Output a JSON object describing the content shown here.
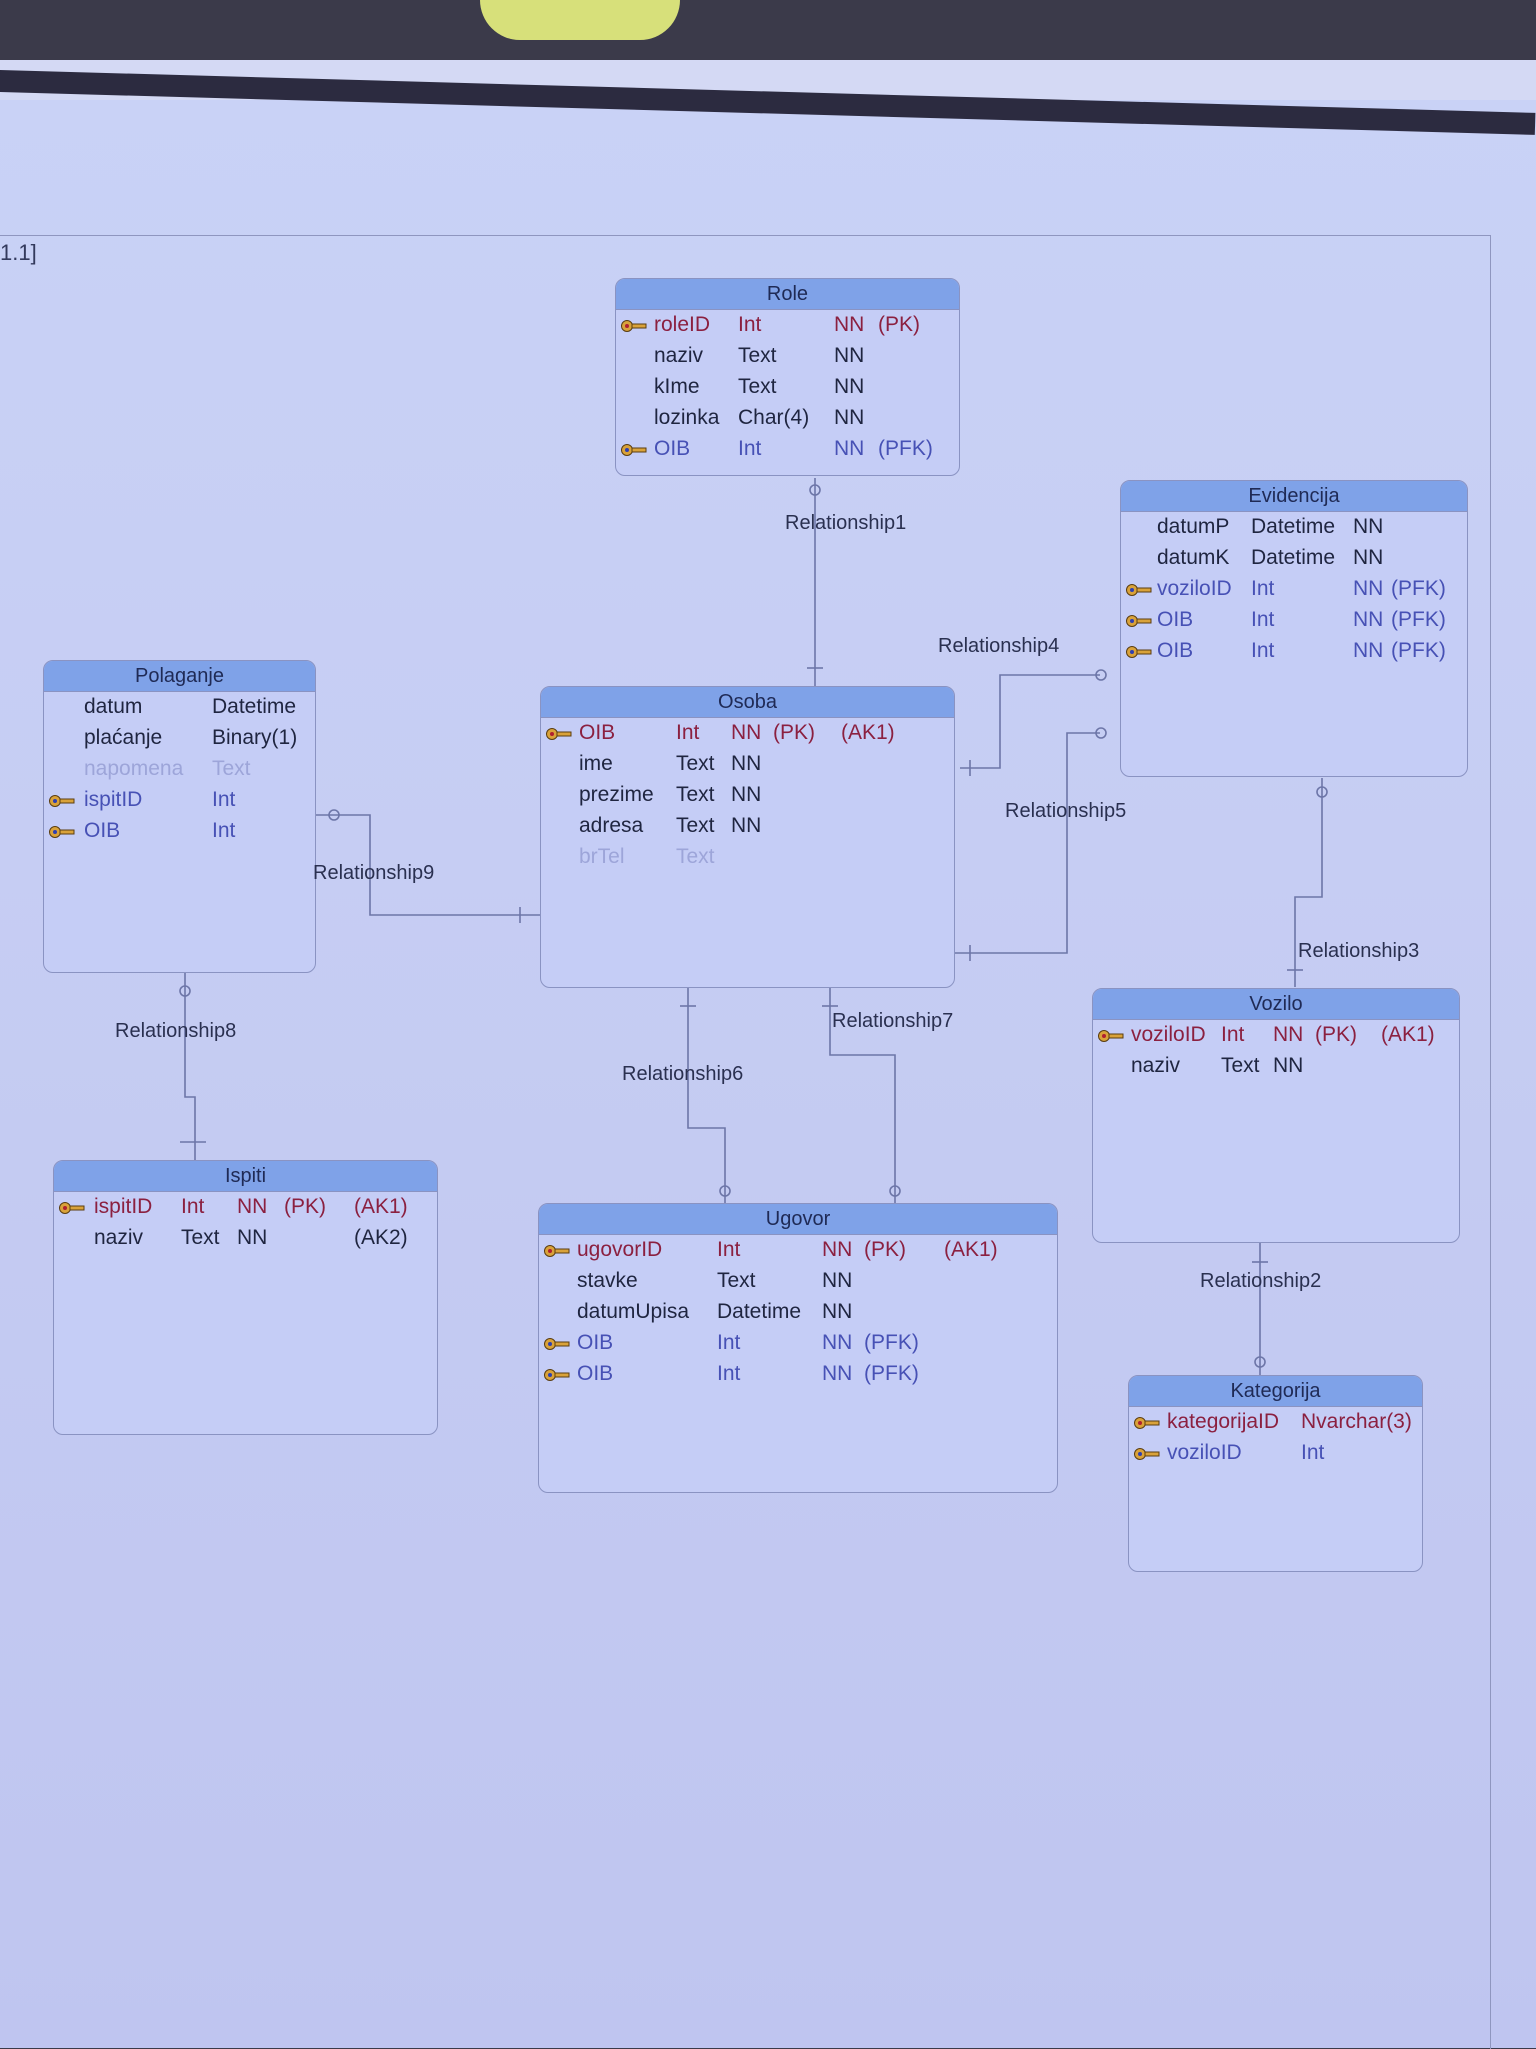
{
  "page_marker": "1.1]",
  "entities": {
    "role": {
      "name": "Role",
      "attributes": [
        {
          "name": "roleID",
          "type": "Int",
          "c1": "NN",
          "c2": "(PK)",
          "c3": "",
          "icon": "primary-key-icon"
        },
        {
          "name": "naziv",
          "type": "Text",
          "c1": "NN",
          "c2": "",
          "c3": ""
        },
        {
          "name": "kIme",
          "type": "Text",
          "c1": "NN",
          "c2": "",
          "c3": ""
        },
        {
          "name": "lozinka",
          "type": "Char(4)",
          "c1": "NN",
          "c2": "",
          "c3": ""
        },
        {
          "name": "OIB",
          "type": "Int",
          "c1": "NN",
          "c2": "(PFK)",
          "c3": "",
          "icon": "foreign-key-icon"
        }
      ]
    },
    "evidencija": {
      "name": "Evidencija",
      "attributes": [
        {
          "name": "datumP",
          "type": "Datetime",
          "c1": "NN",
          "c2": "",
          "c3": ""
        },
        {
          "name": "datumK",
          "type": "Datetime",
          "c1": "NN",
          "c2": "",
          "c3": ""
        },
        {
          "name": "voziloID",
          "type": "Int",
          "c1": "NN",
          "c2": "(PFK)",
          "c3": "",
          "icon": "foreign-key-icon"
        },
        {
          "name": "OIB",
          "type": "Int",
          "c1": "NN",
          "c2": "(PFK)",
          "c3": "",
          "icon": "foreign-key-icon"
        },
        {
          "name": "OIB",
          "type": "Int",
          "c1": "NN",
          "c2": "(PFK)",
          "c3": "",
          "icon": "foreign-key-icon"
        }
      ]
    },
    "polaganje": {
      "name": "Polaganje",
      "attributes": [
        {
          "name": "datum",
          "type": "Datetime",
          "c1": "",
          "c2": "",
          "c3": ""
        },
        {
          "name": "plaćanje",
          "type": "Binary(1)",
          "c1": "",
          "c2": "",
          "c3": ""
        },
        {
          "name": "napomena",
          "type": "Text",
          "c1": "",
          "c2": "",
          "c3": ""
        },
        {
          "name": "ispitID",
          "type": "Int",
          "c1": "",
          "c2": "",
          "c3": "",
          "icon": "foreign-key-icon"
        },
        {
          "name": "OIB",
          "type": "Int",
          "c1": "",
          "c2": "",
          "c3": "",
          "icon": "foreign-key-icon"
        }
      ]
    },
    "osoba": {
      "name": "Osoba",
      "attributes": [
        {
          "name": "OIB",
          "type": "Int",
          "c1": "NN",
          "c2": "(PK)",
          "c3": "(AK1)",
          "icon": "primary-key-icon"
        },
        {
          "name": "ime",
          "type": "Text",
          "c1": "NN",
          "c2": "",
          "c3": ""
        },
        {
          "name": "prezime",
          "type": "Text",
          "c1": "NN",
          "c2": "",
          "c3": ""
        },
        {
          "name": "adresa",
          "type": "Text",
          "c1": "NN",
          "c2": "",
          "c3": ""
        },
        {
          "name": "brTel",
          "type": "Text",
          "c1": "",
          "c2": "",
          "c3": ""
        }
      ]
    },
    "vozilo": {
      "name": "Vozilo",
      "attributes": [
        {
          "name": "voziloID",
          "type": "Int",
          "c1": "NN",
          "c2": "(PK)",
          "c3": "(AK1)",
          "icon": "primary-key-icon"
        },
        {
          "name": "naziv",
          "type": "Text",
          "c1": "NN",
          "c2": "",
          "c3": ""
        }
      ]
    },
    "ispiti": {
      "name": "Ispiti",
      "attributes": [
        {
          "name": "ispitID",
          "type": "Int",
          "c1": "NN",
          "c2": "(PK)",
          "c3": "(AK1)",
          "icon": "primary-key-icon"
        },
        {
          "name": "naziv",
          "type": "Text",
          "c1": "NN",
          "c2": "",
          "c3": "(AK2)"
        }
      ]
    },
    "ugovor": {
      "name": "Ugovor",
      "attributes": [
        {
          "name": "ugovorID",
          "type": "Int",
          "c1": "NN",
          "c2": "(PK)",
          "c3": "(AK1)",
          "icon": "primary-key-icon"
        },
        {
          "name": "stavke",
          "type": "Text",
          "c1": "NN",
          "c2": "",
          "c3": ""
        },
        {
          "name": "datumUpisa",
          "type": "Datetime",
          "c1": "NN",
          "c2": "",
          "c3": ""
        },
        {
          "name": "OIB",
          "type": "Int",
          "c1": "NN",
          "c2": "(PFK)",
          "c3": "",
          "icon": "foreign-key-icon"
        },
        {
          "name": "OIB",
          "type": "Int",
          "c1": "NN",
          "c2": "(PFK)",
          "c3": "",
          "icon": "foreign-key-icon"
        }
      ]
    },
    "kategorija": {
      "name": "Kategorija",
      "attributes": [
        {
          "name": "kategorijaID",
          "type": "Nvarchar(3)",
          "c1": "",
          "c2": "",
          "c3": "",
          "icon": "primary-key-icon"
        },
        {
          "name": "voziloID",
          "type": "Int",
          "c1": "",
          "c2": "",
          "c3": "",
          "icon": "foreign-key-icon"
        }
      ]
    }
  },
  "relationships": {
    "r1": "Relationship1",
    "r2": "Relationship2",
    "r3": "Relationship3",
    "r4": "Relationship4",
    "r5": "Relationship5",
    "r6": "Relationship6",
    "r7": "Relationship7",
    "r8": "Relationship8",
    "r9": "Relationship9"
  },
  "colors": {
    "header": "#7fa2e8",
    "body": "#c5cdf6",
    "primary_key_text": "#8b2040",
    "foreign_key_text": "#4751b5",
    "plain_text": "#1f2540"
  }
}
